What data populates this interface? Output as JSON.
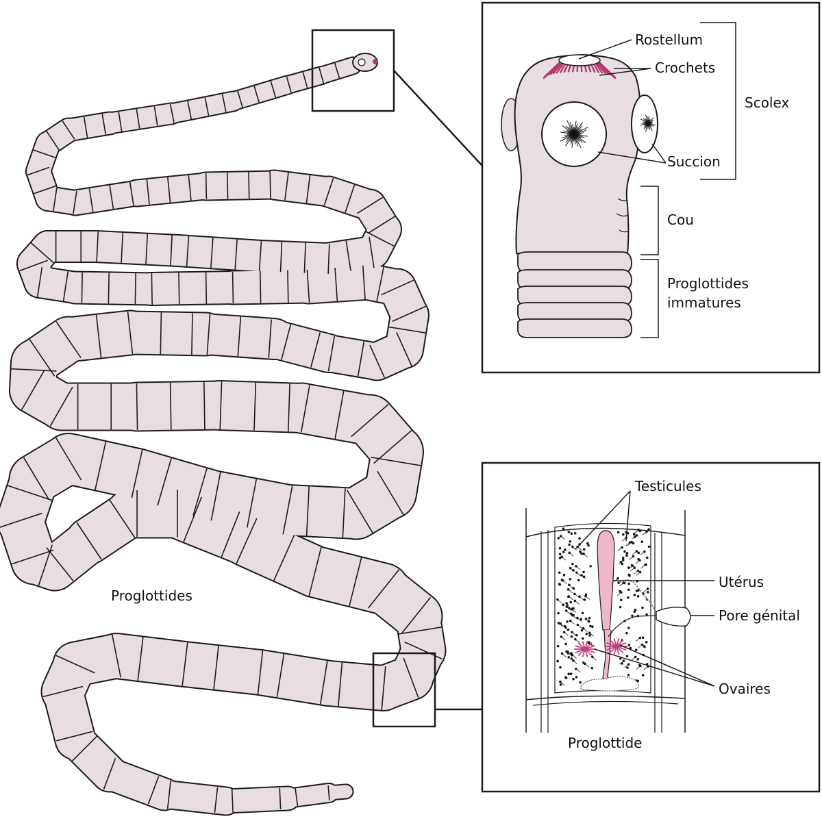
{
  "labels": {
    "proglottides": "Proglottides",
    "rostellum": "Rostellum",
    "crochets": "Crochets",
    "scolex": "Scolex",
    "succion": "Succion",
    "cou": "Cou",
    "proglottides_immatures_1": "Proglottides",
    "proglottides_immatures_2": "immatures",
    "testicules": "Testicules",
    "uterus": "Utérus",
    "pore_genital": "Pore génital",
    "ovaires": "Ovaires",
    "proglottide": "Proglottide"
  },
  "colors": {
    "body_fill": "#e8dde3",
    "outline": "#1a1a1a",
    "hooks": "#b03a6e",
    "uterus": "#f0b8cc",
    "ovaries": "#c04080"
  }
}
